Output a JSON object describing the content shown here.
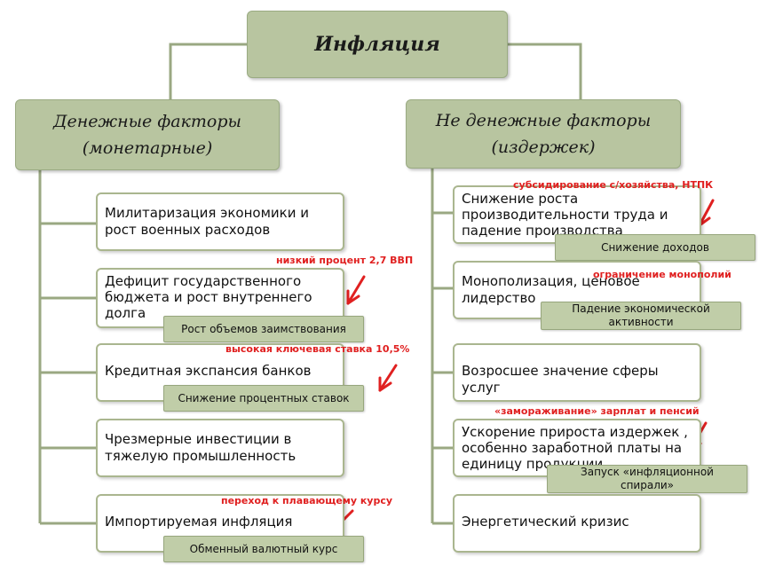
{
  "title": "Инфляция",
  "left_header": [
    "Денежные факторы",
    "(монетарные)"
  ],
  "right_header": [
    "Не денежные факторы",
    "(издержек)"
  ],
  "left_items": [
    {
      "lines": [
        "Милитаризация экономики и",
        "рост военных расходов"
      ]
    },
    {
      "lines": [
        "Дефицит государственного",
        "бюджета и рост внутреннего",
        "долга"
      ],
      "sub": "Рост объемов заимствования",
      "note": "низкий процент  2,7 ВВП"
    },
    {
      "lines": [
        "Кредитная экспансия банков"
      ],
      "sub": "Снижение процентных ставок",
      "note": "высокая ключевая ставка 10,5%"
    },
    {
      "lines": [
        "Чрезмерные инвестиции в",
        "тяжелую промышленность"
      ]
    },
    {
      "lines": [
        "Импортируемая инфляция"
      ],
      "sub": "Обменный валютный курс",
      "note": "переход к плавающему курсу"
    }
  ],
  "right_items": [
    {
      "lines": [
        "Снижение роста",
        "производительности труда и",
        "падение производства"
      ],
      "sub": "Снижение доходов",
      "note": "субсидирование с/хозяйства, НТПК"
    },
    {
      "lines": [
        "Монополизация, ценовое",
        "лидерство"
      ],
      "sub": [
        "Падение экономической",
        "активности"
      ],
      "note": "ограничение монополий"
    },
    {
      "lines": [
        "Возросшее значение сферы услуг"
      ]
    },
    {
      "lines": [
        "Ускорение прироста издержек ,",
        "особенно  заработной платы на",
        "единицу продукции"
      ],
      "sub": [
        "Запуск «инфляционной",
        "спирали»"
      ],
      "note": "«замораживание» зарплат и пенсий"
    },
    {
      "lines": [
        "Энергетический кризис"
      ]
    }
  ],
  "colors": {
    "header_fill": "#b8c5a0",
    "box_border": "#aab68f",
    "note": "#e02020",
    "connector": "#9aa882"
  }
}
